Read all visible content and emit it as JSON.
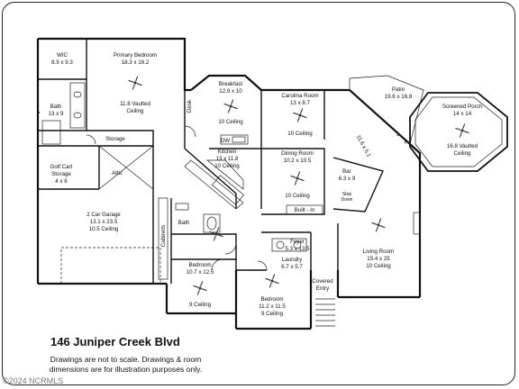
{
  "rooms": {
    "wic": {
      "name": "WIC",
      "dims": "8.9 x 9.3"
    },
    "primary_bedroom": {
      "name": "Primary Bedroom",
      "dims": "18.3 x 16.2",
      "ceiling": "11.8 Vaulted",
      "ceiling2": "Ceiling"
    },
    "bath_primary": {
      "name": "Bath",
      "dims": "13 x 9"
    },
    "storage": {
      "name": "Storage"
    },
    "desk": {
      "name": "Desk"
    },
    "breakfast": {
      "name": "Breakfast",
      "dims": "12.9 x 10",
      "ceiling": "10 Ceiling"
    },
    "carolina_room": {
      "name": "Carolina Room",
      "dims": "13 x 8.7",
      "ceiling": "10 Ceiling"
    },
    "patio": {
      "name": "Patio",
      "dims": "19.6 x 16.8"
    },
    "screened_porch": {
      "name": "Screened Porch",
      "dims": "14 x 14",
      "ceiling": "16.8 Vaulted",
      "ceiling2": "Ceiling"
    },
    "golf_cart": {
      "name": "Golf Cart",
      "name2": "Storage",
      "dims": "4 x 8"
    },
    "attic": {
      "name": "Attic"
    },
    "kitchen": {
      "name": "Kitchen",
      "dims": "13 x 11.8",
      "ceiling": "10 Ceiling",
      "dw": "DW"
    },
    "dining_room": {
      "name": "Dining Room",
      "dims": "10.2 x 10.5",
      "ceiling": "10 Ceiling",
      "builtin": "Built - In"
    },
    "hall_dim": {
      "dims": "11.6 x 5.1"
    },
    "bar": {
      "name": "Bar",
      "dims": "6.3 x 9",
      "step": "Step",
      "step2": "Down"
    },
    "garage": {
      "name": "2 Car Garage",
      "dims": "13.1 x 23.5",
      "ceiling": "10.5 Ceiling"
    },
    "cabinets": {
      "name": "Cabinets"
    },
    "bath2": {
      "name": "Bath"
    },
    "foyer": {
      "name": "Foyer",
      "dims": "5.3 x 13.5"
    },
    "laundry": {
      "name": "Laundry",
      "dims": "6.7 x 5.7"
    },
    "living_room": {
      "name": "Living Room",
      "dims": "15.4 x 25",
      "ceiling": "10 Ceiling"
    },
    "bedroom1": {
      "name": "Bedroom",
      "dims": "10.7 x 12.5",
      "ceiling": "9 Ceiling"
    },
    "bedroom2": {
      "name": "Bedroom",
      "dims": "11.2 x 11.5",
      "ceiling": "9 Ceiling"
    },
    "covered_entry": {
      "name": "Covered",
      "name2": "Entry"
    }
  },
  "address": "146 Juniper Creek Blvd",
  "disclaimer": "Drawings are not to scale. Drawings & room dimensions are for illustration purposes only.",
  "copyright": "©2024 NCRMLS",
  "colors": {
    "line": "#111111",
    "background": "#ffffff",
    "watermark": "#777777"
  },
  "icons": [
    "ceiling-fan-icon",
    "stove-icon",
    "sink-icon",
    "toilet-icon",
    "tub-icon",
    "fireplace-icon",
    "washer-icon",
    "door-swing-icon"
  ]
}
